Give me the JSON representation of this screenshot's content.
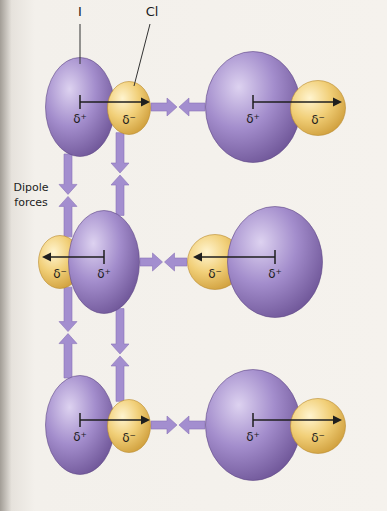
{
  "diagram": {
    "nodes": [
      {
        "text": [
          "δ⁺"
        ]
      },
      {
        "text": [
          "δ⁻"
        ]
      },
      {
        "text": [
          "δ⁺"
        ]
      },
      {
        "text": [
          "δ⁻"
        ]
      },
      {
        "text": [
          "δ⁻"
        ]
      },
      {
        "text": [
          "δ⁺"
        ]
      },
      {
        "text": [
          "δ⁻"
        ]
      },
      {
        "text": [
          "δ⁺"
        ]
      },
      {
        "text": [
          "δ⁺"
        ]
      },
      {
        "text": [
          "δ⁻"
        ]
      },
      {
        "text": [
          "δ⁺"
        ]
      },
      {
        "text": [
          "δ⁻"
        ]
      }
    ],
    "edges": [
      {
        "from": 1,
        "to": 2,
        "arrow": "none"
      },
      {
        "from": 0,
        "to": 4,
        "arrow": "none"
      },
      {
        "from": 1,
        "to": 5,
        "arrow": "none"
      },
      {
        "from": 5,
        "to": 6,
        "arrow": "none"
      },
      {
        "from": 4,
        "to": 8,
        "arrow": "none"
      },
      {
        "from": 5,
        "to": 9,
        "arrow": "none"
      },
      {
        "from": 9,
        "to": 10,
        "arrow": "none"
      }
    ],
    "labels": [
      "I",
      "Cl",
      "Dipole forces"
    ]
  }
}
